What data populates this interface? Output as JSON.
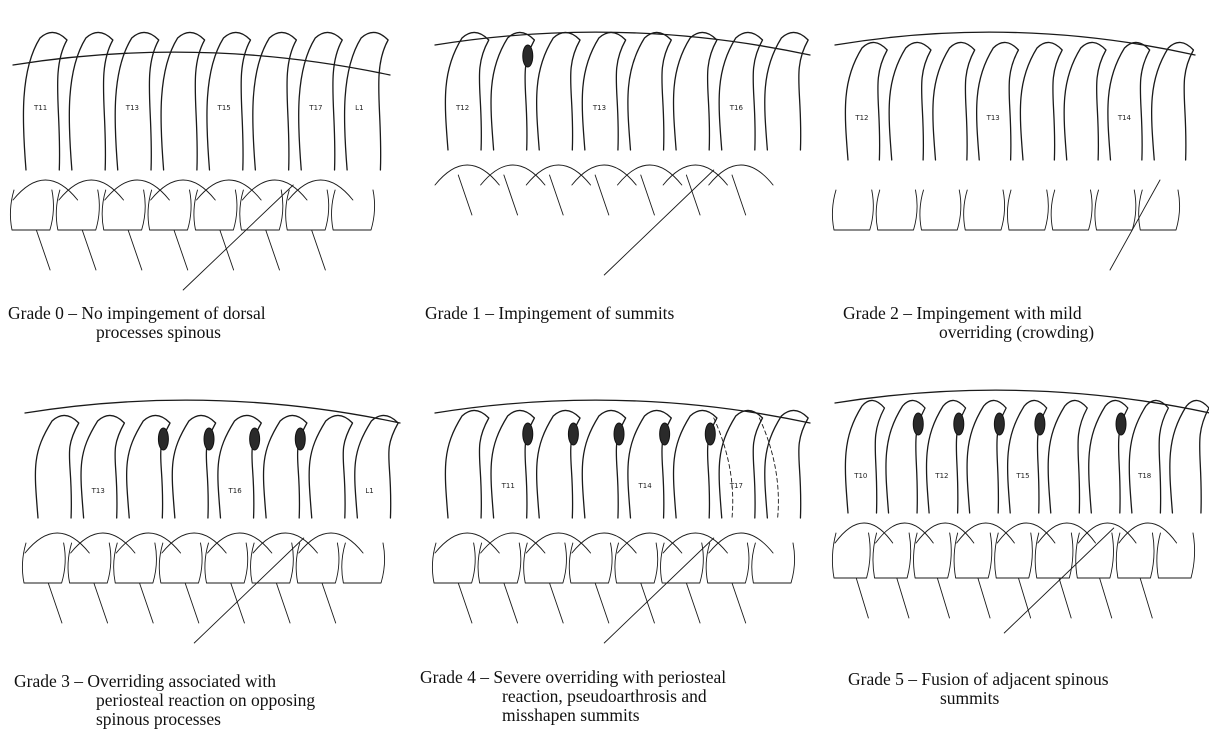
{
  "panels": [
    {
      "grade": "Grade 0",
      "desc_line1": "No impingement of dorsal",
      "desc_line2": "processes spinous",
      "vertebra_labels": [
        "T11",
        "T13",
        "T15",
        "T17",
        "L1"
      ]
    },
    {
      "grade": "Grade 1",
      "desc_line1": "Impingement of summits",
      "desc_line2": "",
      "vertebra_labels": [
        "T12",
        "T13",
        "T16"
      ]
    },
    {
      "grade": "Grade 2",
      "desc_line1": "Impingement with mild",
      "desc_line2": "overriding (crowding)",
      "vertebra_labels": [
        "T12",
        "T13",
        "T14"
      ]
    },
    {
      "grade": "Grade 3",
      "desc_line1": "Overriding associated with",
      "desc_line2": "periosteal reaction on opposing",
      "desc_line3": "spinous processes",
      "vertebra_labels": [
        "T13",
        "T16",
        "L1"
      ]
    },
    {
      "grade": "Grade 4",
      "desc_line1": "Severe overriding with periosteal",
      "desc_line2": "reaction, pseudoarthrosis and",
      "desc_line3": "misshapen summits",
      "vertebra_labels": [
        "T11",
        "T14",
        "T17"
      ]
    },
    {
      "grade": "Grade 5",
      "desc_line1": "Fusion of adjacent spinous",
      "desc_line2": "summits",
      "vertebra_labels": [
        "T10",
        "T12",
        "T15",
        "T18"
      ]
    }
  ],
  "separator": " – "
}
